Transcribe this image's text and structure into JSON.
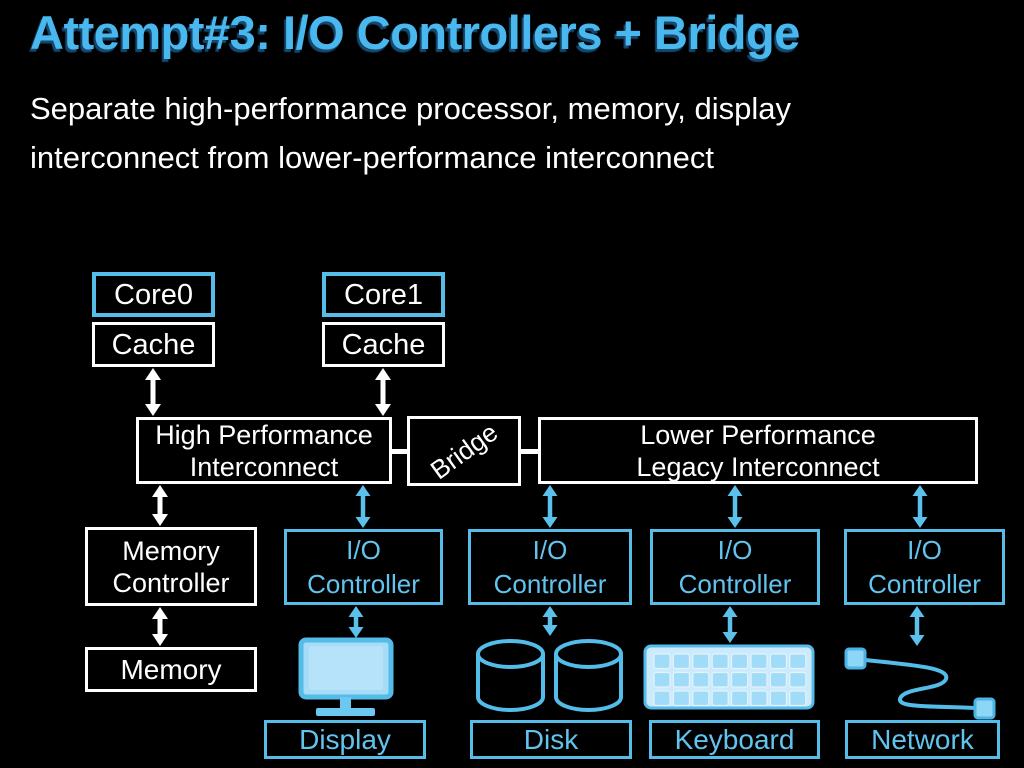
{
  "header": {
    "title": "Attempt#3: I/O Controllers + Bridge",
    "subtitle_line1": "Separate high-performance processor, memory, display",
    "subtitle_line2": "interconnect from lower-performance interconnect"
  },
  "colors": {
    "background": "#000000",
    "title_blue": "#49b8ef",
    "title_shadow_navy": "#17486e",
    "accent_blue_border": "#56bde8",
    "accent_blue_text": "#62c4ee",
    "white": "#ffffff",
    "icon_fill_light_blue": "#a6dcf7",
    "keyboard_body_fill": "#cdeafb"
  },
  "diagram": {
    "cores": [
      {
        "label": "Core0"
      },
      {
        "label": "Core1"
      }
    ],
    "caches": [
      {
        "label": "Cache"
      },
      {
        "label": "Cache"
      }
    ],
    "high_performance_interconnect": {
      "line1": "High Performance",
      "line2": "Interconnect"
    },
    "bridge": {
      "label": "Bridge"
    },
    "lower_performance_interconnect": {
      "line1": "Lower Performance",
      "line2": "Legacy Interconnect"
    },
    "memory_controller": {
      "line1": "Memory",
      "line2": "Controller"
    },
    "io_controllers": [
      {
        "line1": "I/O",
        "line2": "Controller"
      },
      {
        "line1": "I/O",
        "line2": "Controller"
      },
      {
        "line1": "I/O",
        "line2": "Controller"
      },
      {
        "line1": "I/O",
        "line2": "Controller"
      }
    ],
    "memory": {
      "label": "Memory"
    },
    "device_labels": {
      "display": "Display",
      "disk": "Disk",
      "keyboard": "Keyboard",
      "network": "Network"
    },
    "icons": {
      "display": "display-monitor-icon",
      "disk": "disk-cylinders-icon",
      "keyboard": "keyboard-icon",
      "network": "network-cable-icon"
    }
  }
}
